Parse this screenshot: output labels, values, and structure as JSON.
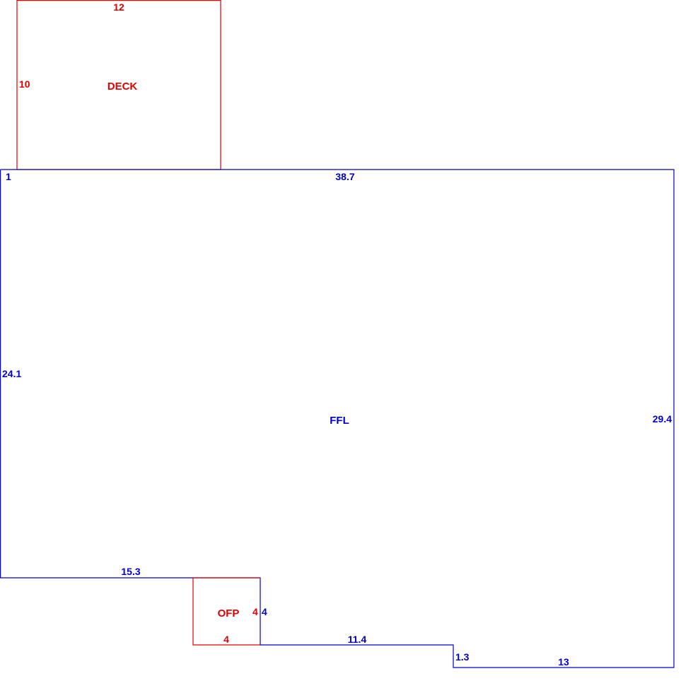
{
  "colors": {
    "addition": "#e00000",
    "main": "#0000cc"
  },
  "deck": {
    "label": "DECK",
    "top": "12",
    "left": "10"
  },
  "ffl": {
    "label": "FFL",
    "top": "38.7",
    "corner": "1",
    "left": "24.1",
    "right": "29.4",
    "bottom_left": "15.3",
    "notch_right": "4",
    "bottom_mid": "11.4",
    "step": "1.3",
    "bottom_right": "13"
  },
  "ofp": {
    "label": "OFP",
    "right": "4",
    "bottom": "4"
  }
}
